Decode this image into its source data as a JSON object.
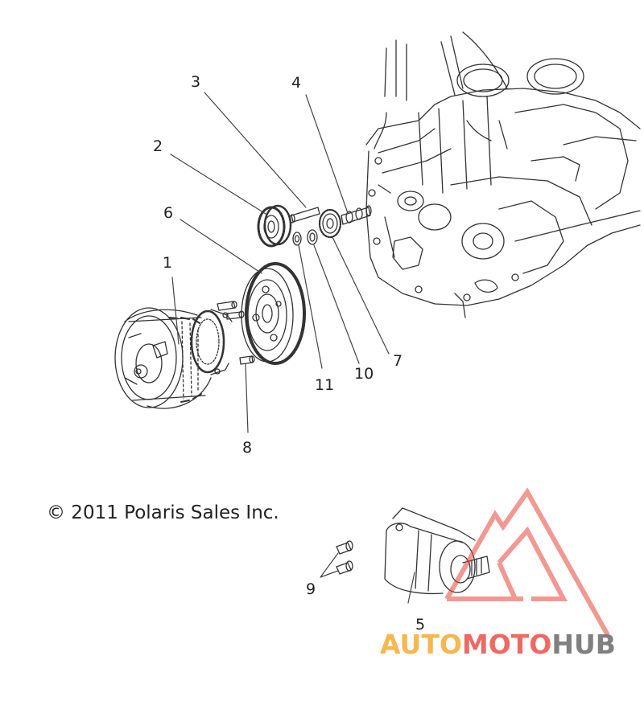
{
  "callouts": [
    {
      "id": "1",
      "label": "1"
    },
    {
      "id": "2",
      "label": "2"
    },
    {
      "id": "3",
      "label": "3"
    },
    {
      "id": "4",
      "label": "4"
    },
    {
      "id": "5",
      "label": "5"
    },
    {
      "id": "6",
      "label": "6"
    },
    {
      "id": "7",
      "label": "7"
    },
    {
      "id": "8",
      "label": "8"
    },
    {
      "id": "9",
      "label": "9"
    },
    {
      "id": "10",
      "label": "10"
    },
    {
      "id": "11",
      "label": "11"
    }
  ],
  "copyright": "© 2011 Polaris Sales Inc.",
  "watermark": {
    "part1": "AUTO",
    "part2": "MOTO",
    "part3": "HUB",
    "color_orange": "#f5a623",
    "color_red": "#e8453c",
    "color_gray": "#6b6b6b",
    "icon": "triangle-logo-icon"
  }
}
